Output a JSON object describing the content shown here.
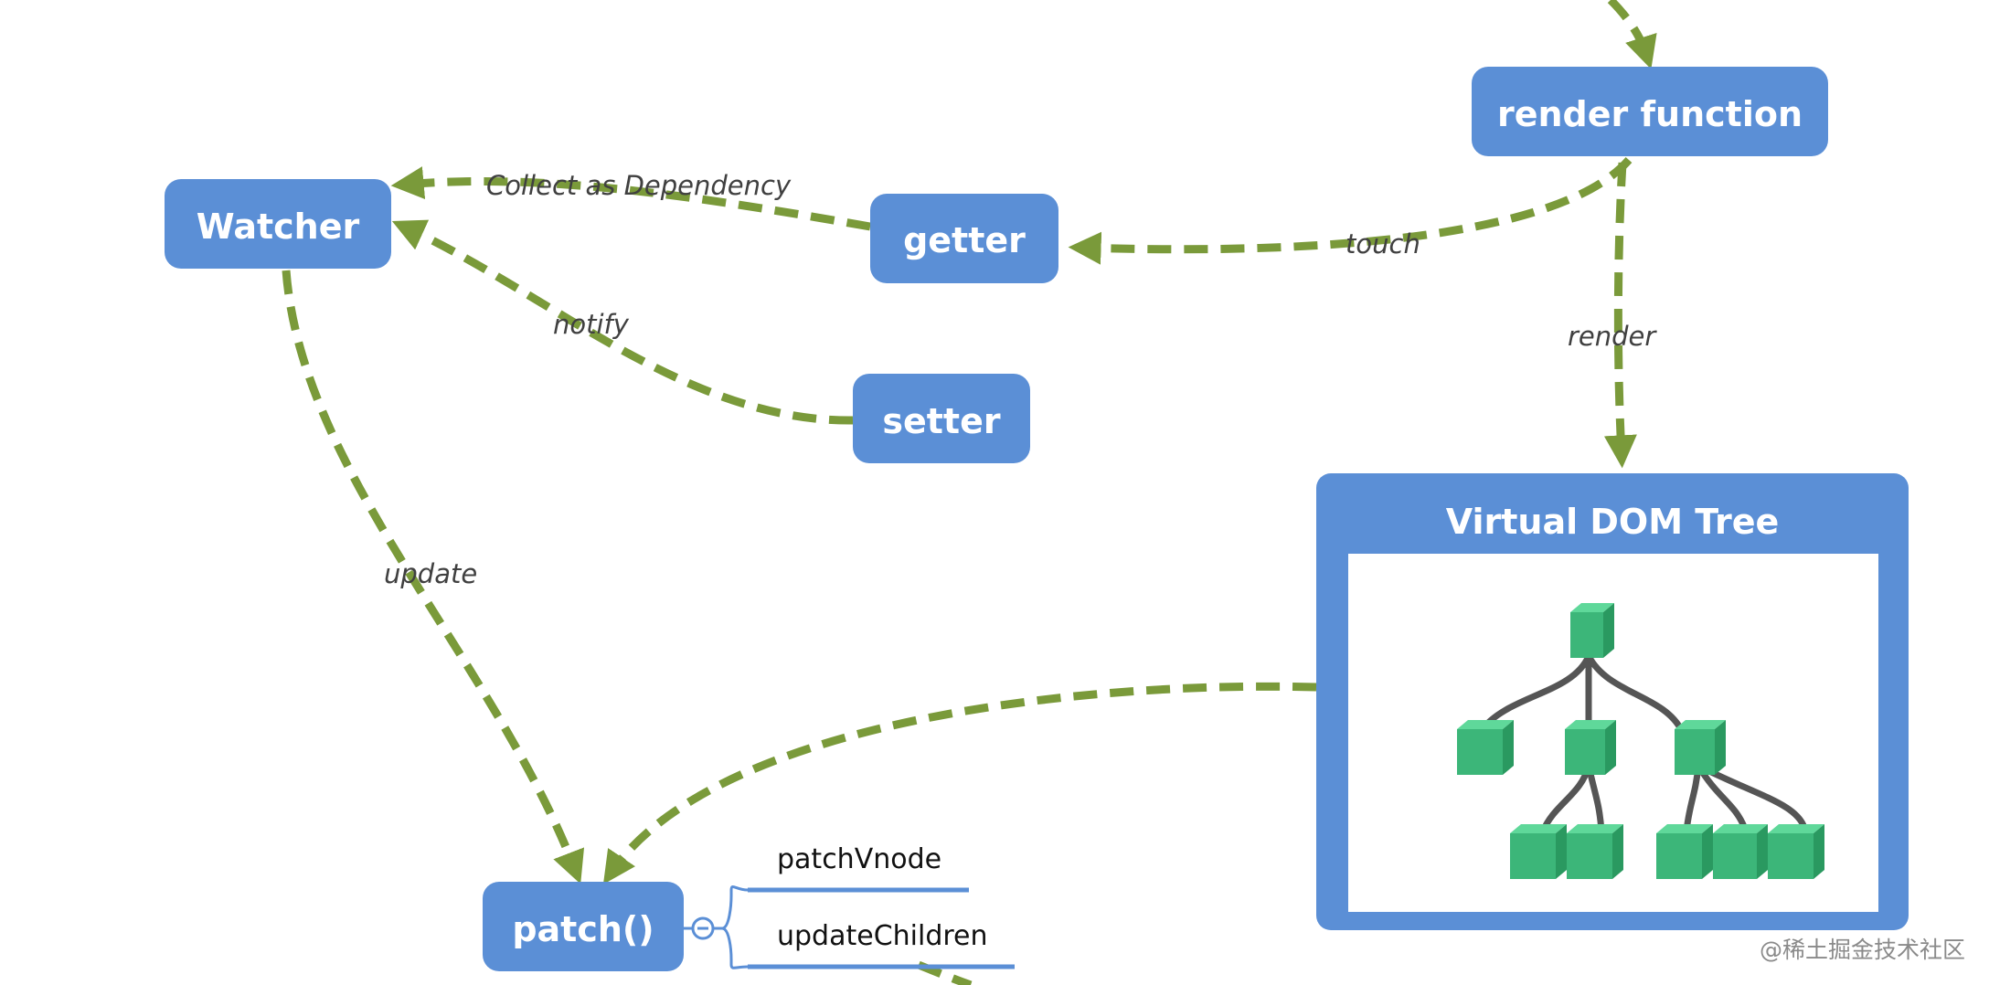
{
  "nodes": {
    "render_function": "render function",
    "watcher": "Watcher",
    "getter": "getter",
    "setter": "setter",
    "virtual_dom_tree": "Virtual DOM Tree",
    "patch": "patch()"
  },
  "edges": {
    "collect": "Collect as Dependency",
    "touch": "touch",
    "notify": "notify",
    "render": "render",
    "update": "update"
  },
  "patch_branches": [
    "patchVnode",
    "updateChildren"
  ],
  "collapse_symbol": "⊖",
  "watermark": "@稀土掘金技术社区",
  "colors": {
    "node_fill": "#5b8fd6",
    "arrow": "#7a9a3a",
    "tree_cube": "#3cb679",
    "tree_edge": "#555555"
  }
}
